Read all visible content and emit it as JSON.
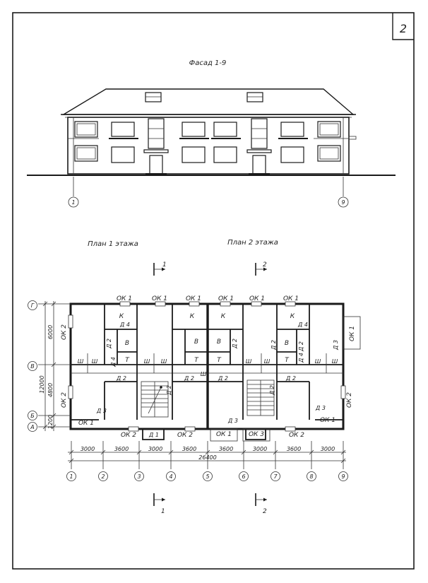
{
  "sheet": {
    "number": "2"
  },
  "facade": {
    "title": "Фасад 1-9",
    "axis_left": "1",
    "axis_right": "9"
  },
  "plans": {
    "title_first": "План  1  этажа",
    "title_second": "План 2  этажа"
  },
  "sections": {
    "cut1": "1",
    "cut2": "2"
  },
  "axes": {
    "vertical": [
      "1",
      "2",
      "3",
      "4",
      "5",
      "6",
      "7",
      "8",
      "9"
    ],
    "horizontal": [
      "Г",
      "В",
      "Б",
      "А"
    ]
  },
  "dimensions": {
    "bottom": [
      "3000",
      "3600",
      "3000",
      "3600",
      "3600",
      "3000",
      "3600",
      "3000"
    ],
    "total": "26400",
    "side": {
      "d6000": "6000",
      "d12000": "12000",
      "d4800": "4800",
      "d1200": "1200"
    }
  },
  "labels": {
    "ok1": "ОК 1",
    "ok2": "ОК 2",
    "ok3": "ОК 3",
    "k": "К",
    "v": "В",
    "t": "Т",
    "sh": "Ш",
    "d1": "Д 1",
    "d2": "Д 2",
    "d3": "Д 3",
    "d4": "Д 4"
  }
}
